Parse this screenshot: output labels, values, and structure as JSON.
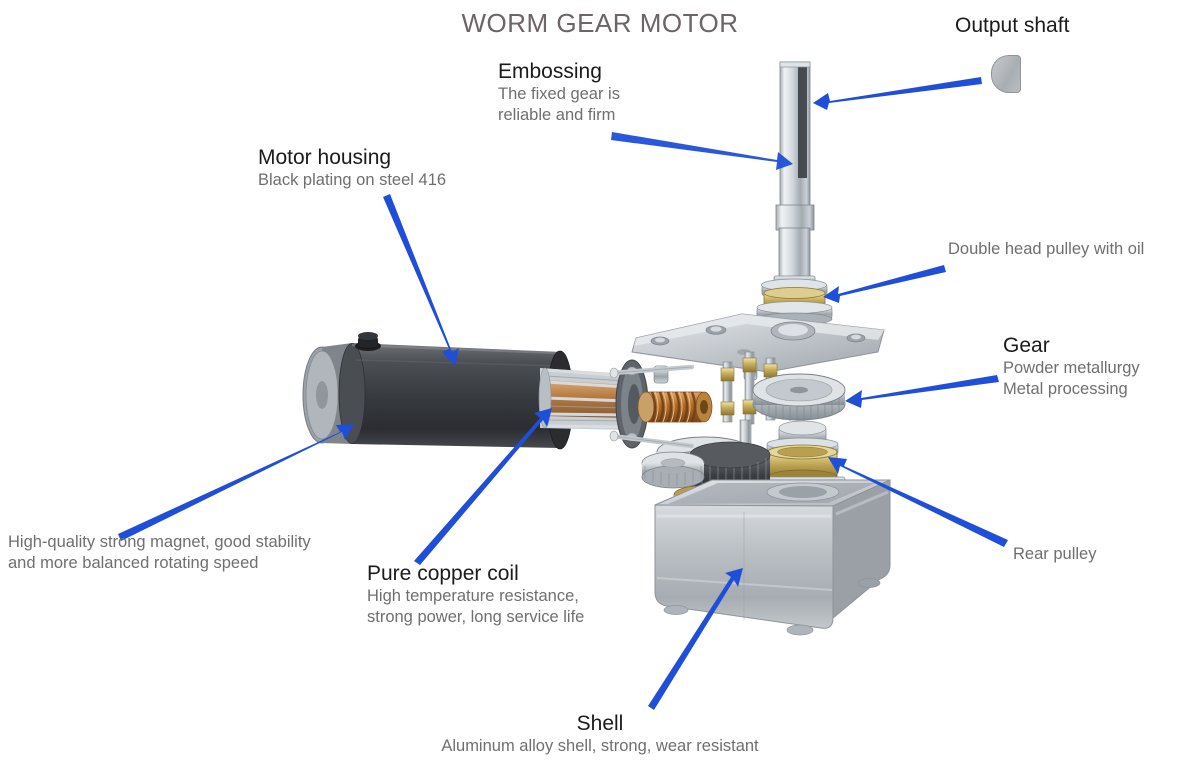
{
  "title": "WORM GEAR MOTOR",
  "accent_arrow_color": "#1f4fd8",
  "title_color": "#6d6468",
  "heading_color": "#1b1b1b",
  "subtext_color": "#6f6f6f",
  "callouts": [
    {
      "key": "output_shaft",
      "heading": "Output shaft",
      "sub": "",
      "icon": "d-shaft-cross-section-icon"
    },
    {
      "key": "embossing",
      "heading": "Embossing",
      "sub_line1": "The fixed gear is",
      "sub_line2": "reliable and firm"
    },
    {
      "key": "motor_housing",
      "heading": "Motor housing",
      "sub_line1": "Black plating on steel 416"
    },
    {
      "key": "double_head_pulley",
      "heading": "Double head pulley with oil",
      "style": "gray"
    },
    {
      "key": "gear",
      "heading": "Gear",
      "sub_line1": "Powder metallurgy",
      "sub_line2": "Metal processing"
    },
    {
      "key": "magnet",
      "heading": "",
      "sub_line1": "High-quality strong magnet, good stability and more balanced rotating speed",
      "style": "gray"
    },
    {
      "key": "copper_coil",
      "heading": "Pure copper coil",
      "sub_line1": "High temperature resistance,",
      "sub_line2": "strong power, long service life"
    },
    {
      "key": "rear_pulley",
      "heading": "Rear pulley",
      "style": "gray"
    },
    {
      "key": "shell",
      "heading": "Shell",
      "sub_line1": "Aluminum alloy shell, strong, wear resistant"
    }
  ],
  "parts": {
    "motor_housing_color": "#3a3c40",
    "shell_color": "#b9bdc1",
    "plate_color": "#c3c7ca",
    "brass_color": "#b99a45",
    "copper_color": "#b4702c",
    "steel_color": "#c6cace"
  }
}
